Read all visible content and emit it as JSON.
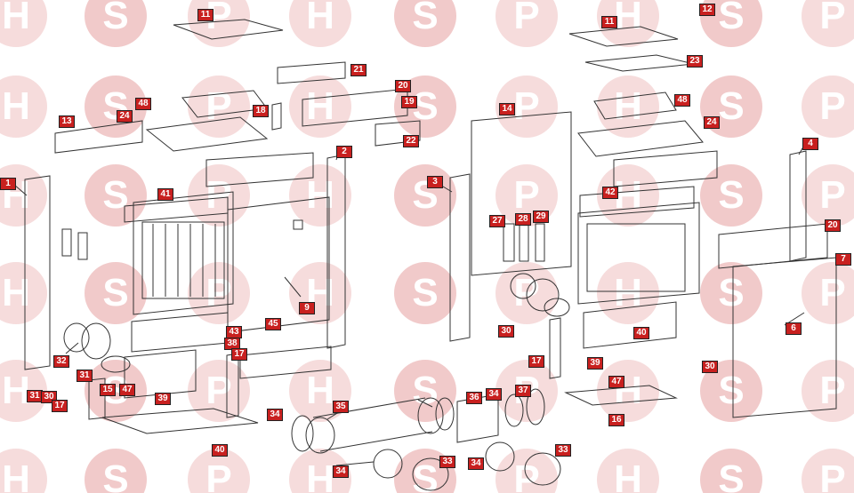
{
  "watermark": {
    "letters": [
      "H",
      "S",
      "P"
    ],
    "colors": {
      "circle": "#f6dcdc",
      "circle_s": "#f1caca",
      "letter": "#ffffff"
    }
  },
  "callout_color": "#c8201f",
  "callouts": [
    "11",
    "12",
    "11",
    "21",
    "23",
    "48",
    "20",
    "48",
    "19",
    "18",
    "13",
    "14",
    "24",
    "24",
    "22",
    "2",
    "4",
    "1",
    "3",
    "41",
    "42",
    "27",
    "28",
    "29",
    "20",
    "7",
    "9",
    "6",
    "43",
    "45",
    "38",
    "30",
    "31",
    "30",
    "40",
    "40",
    "17",
    "17",
    "32",
    "31",
    "39",
    "30",
    "39",
    "47",
    "47",
    "15",
    "17",
    "16",
    "34",
    "35",
    "36",
    "34",
    "37",
    "33",
    "34",
    "34",
    "33"
  ]
}
